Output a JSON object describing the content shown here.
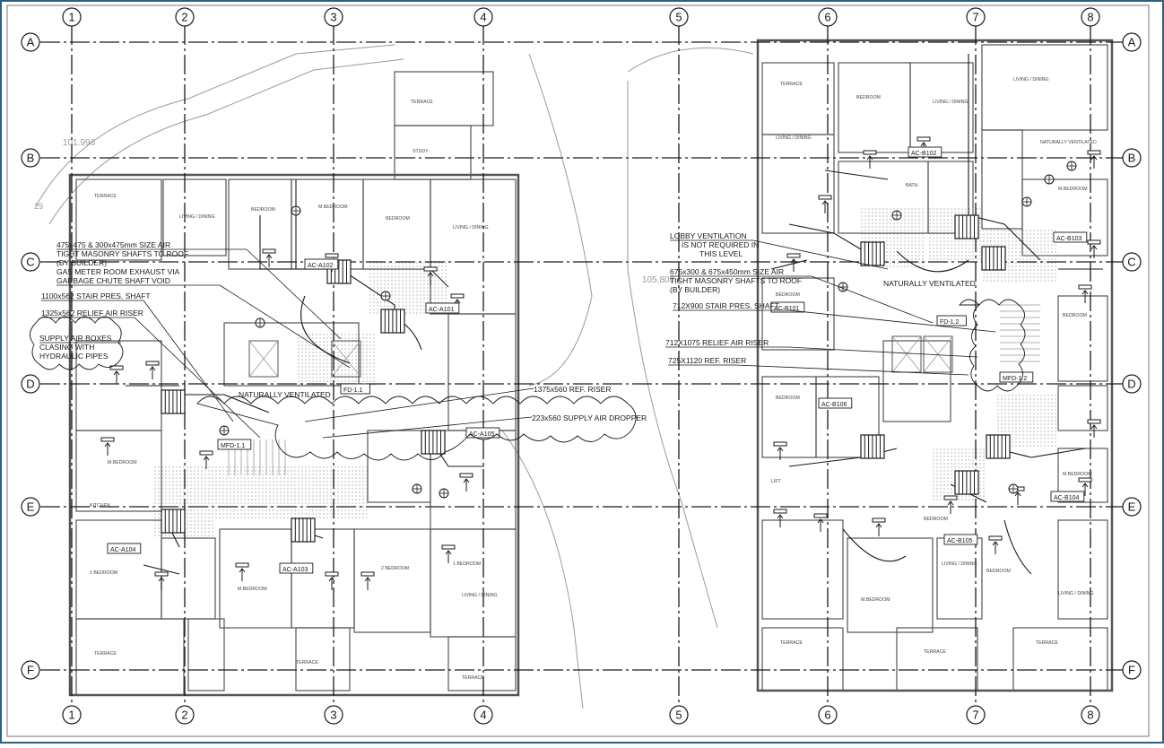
{
  "colors": {
    "frame": "#2f5f80",
    "ink": "#1a1a1a",
    "wall": "#555555",
    "light": "#9a9a9a"
  },
  "grid": {
    "columns": [
      "1",
      "2",
      "3",
      "4",
      "5",
      "6",
      "7",
      "8"
    ],
    "rows": [
      "A",
      "B",
      "C",
      "D",
      "E",
      "F"
    ]
  },
  "levels": [
    "101.996",
    "105.800"
  ],
  "misc_marks": [
    "29"
  ],
  "equipment_tags": [
    "AC-A102",
    "AC-A101",
    "AC-A103",
    "AC-A104",
    "AC-A105",
    "AC-B101",
    "AC-B102",
    "AC-B103",
    "AC-B104",
    "AC-B105",
    "AC-B106",
    "MFD-1.1",
    "FD-1.1",
    "MFD-1.2",
    "FD-1.2"
  ],
  "room_labels": [
    "TERRACE",
    "LIVING / DINING",
    "BEDROOM",
    "M.BEDROOM",
    "STUDY",
    "BATH",
    "KITCHEN",
    "1 BEDROOM",
    "2 BEDROOM",
    "LIFT",
    "NATURALLY VENTILATED"
  ],
  "notes_left": [
    "475x475 & 300x475mm SIZE AIR",
    "TIGHT MASONRY SHAFTS TO ROOF",
    "(BY BUILDER)",
    "GAS METER ROOM EXHAUST VIA",
    "GARBAGE CHUTE SHAFT VOID",
    "1100x562 STAIR PRES. SHAFT",
    "1325x562 RELIEF AIR RISER",
    "SUPPLY AIR BOXES",
    "CLASING WITH",
    "HYDRAULIC PIPES",
    "NATURALLY VENTILATED",
    "1375x560 REF. RISER",
    "223x560 SUPPLY AIR DROPPER"
  ],
  "notes_right": [
    "LOBBY VENTILATION",
    "IS NOT REQUIRED IN",
    "THIS LEVEL",
    "675x300 & 675x450mm SIZE AIR",
    "TIGHT MASONRY SHAFTS TO ROOF",
    "(BY BUILDER)",
    "NATURALLY VENTILATED",
    "712X900 STAIR PRES. SHAFT",
    "712X1075 RELIEF AIR RISER",
    "725X1120 REF. RISER"
  ]
}
